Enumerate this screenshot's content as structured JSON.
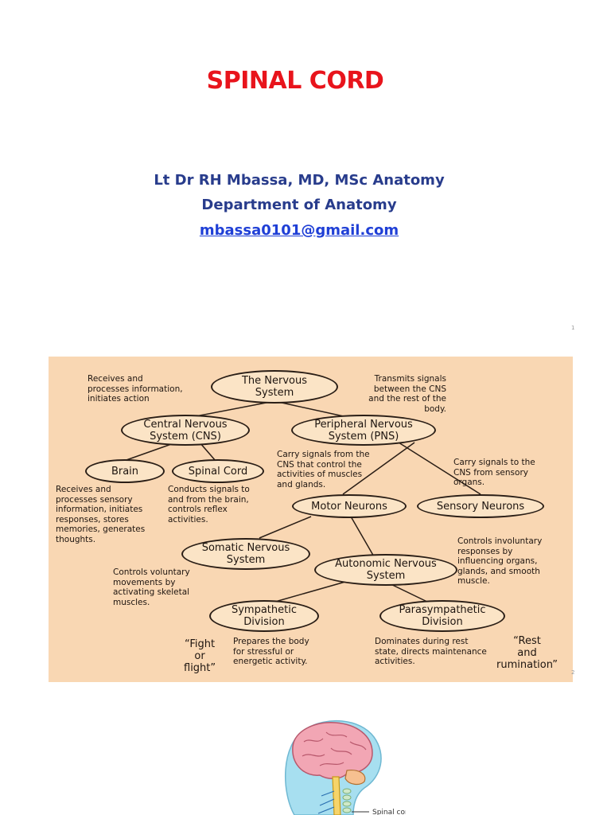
{
  "slide1": {
    "title": "SPINAL CORD",
    "author_line": "Lt Dr RH Mbassa, MD, MSc Anatomy",
    "department": "Department of Anatomy",
    "email": "mbassa0101@gmail.com",
    "page_number": "1"
  },
  "slide2": {
    "page_number": "2",
    "nodes": {
      "nervous_system": "The Nervous\nSystem",
      "cns": "Central Nervous\nSystem (CNS)",
      "pns": "Peripheral Nervous\nSystem (PNS)",
      "brain": "Brain",
      "spinal_cord": "Spinal Cord",
      "motor_neurons": "Motor Neurons",
      "sensory_neurons": "Sensory Neurons",
      "somatic": "Somatic Nervous\nSystem",
      "autonomic": "Autonomic Nervous\nSystem",
      "sympathetic": "Sympathetic\nDivision",
      "parasympathetic": "Parasympathetic\nDivision"
    },
    "notes": {
      "nervous_system": "Receives and\nprocesses information,\ninitiates action",
      "pns_transmit": "Transmits signals\nbetween the CNS\nand the rest of the\nbody.",
      "motor": "Carry signals from the\nCNS that control the\nactivities of muscles\nand glands.",
      "sensory": "Carry signals to the\nCNS from sensory\norgans.",
      "brain": "Receives and\nprocesses sensory\ninformation, initiates\nresponses, stores\nmemories, generates\nthoughts.",
      "spinal_cord": "Conducts signals to\nand from the brain,\ncontrols reflex\nactivities.",
      "autonomic": "Controls involuntary\nresponses by\ninfluencing organs,\nglands, and smooth\nmuscle.",
      "somatic": "Controls voluntary\nmovements by\nactivating skeletal\nmuscles.",
      "sympathetic": "Prepares the body\nfor stressful or\nenergetic activity.",
      "parasympathetic": "Dominates during rest\nstate, directs maintenance\nactivities."
    },
    "quotes": {
      "fight": "“Fight\nor\nflight”",
      "rest": "“Rest\nand\nrumination”"
    }
  },
  "slide3": {
    "label": "Spinal cord"
  },
  "colors": {
    "title_red": "#e8141c",
    "author_blue": "#283c8c",
    "diagram_bg": "#f9d7b3",
    "node_fill": "#fbe4c6"
  }
}
